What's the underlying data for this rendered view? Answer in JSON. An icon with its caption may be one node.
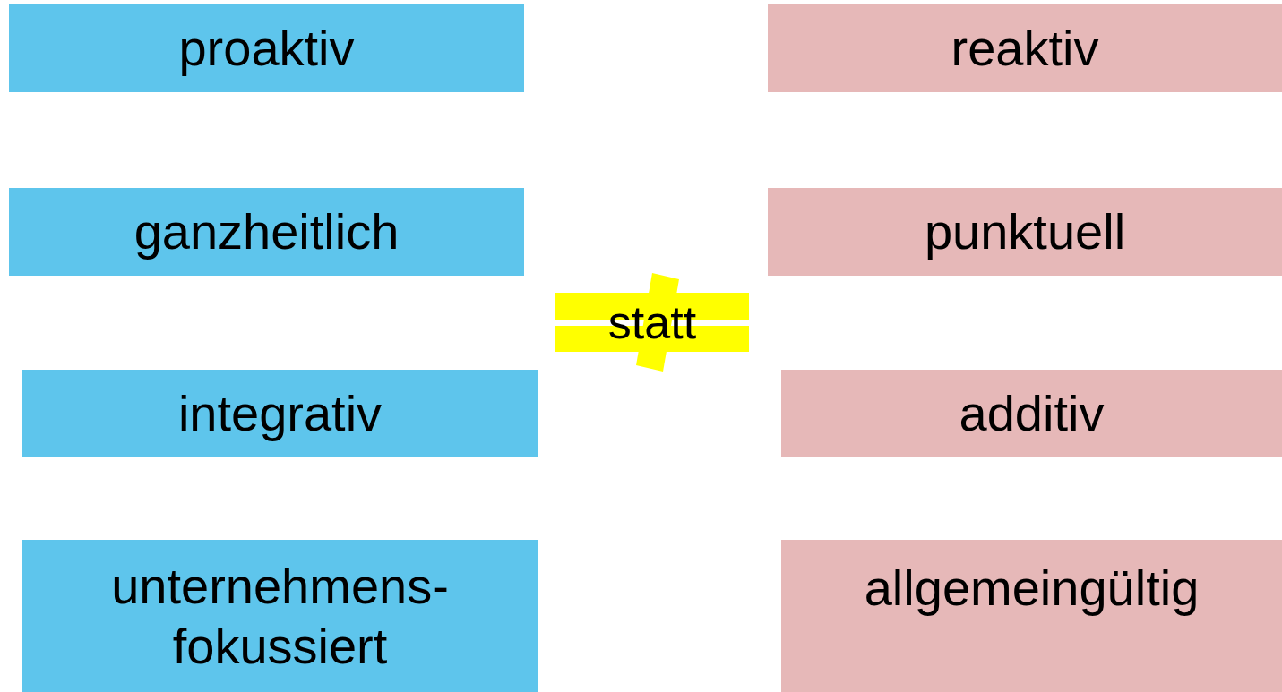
{
  "diagram": {
    "nodes": [
      {
        "text": [
          "proaktiv"
        ]
      },
      {
        "text": [
          "reaktiv"
        ]
      },
      {
        "text": [
          "ganzheitlich"
        ]
      },
      {
        "text": [
          "punktuell"
        ]
      },
      {
        "text": [
          "statt"
        ]
      },
      {
        "text": [
          "integrativ"
        ]
      },
      {
        "text": [
          "additiv"
        ]
      },
      {
        "text": [
          "unternehmens- fokussiert"
        ]
      },
      {
        "text": [
          "allgemeingültig"
        ]
      }
    ]
  }
}
